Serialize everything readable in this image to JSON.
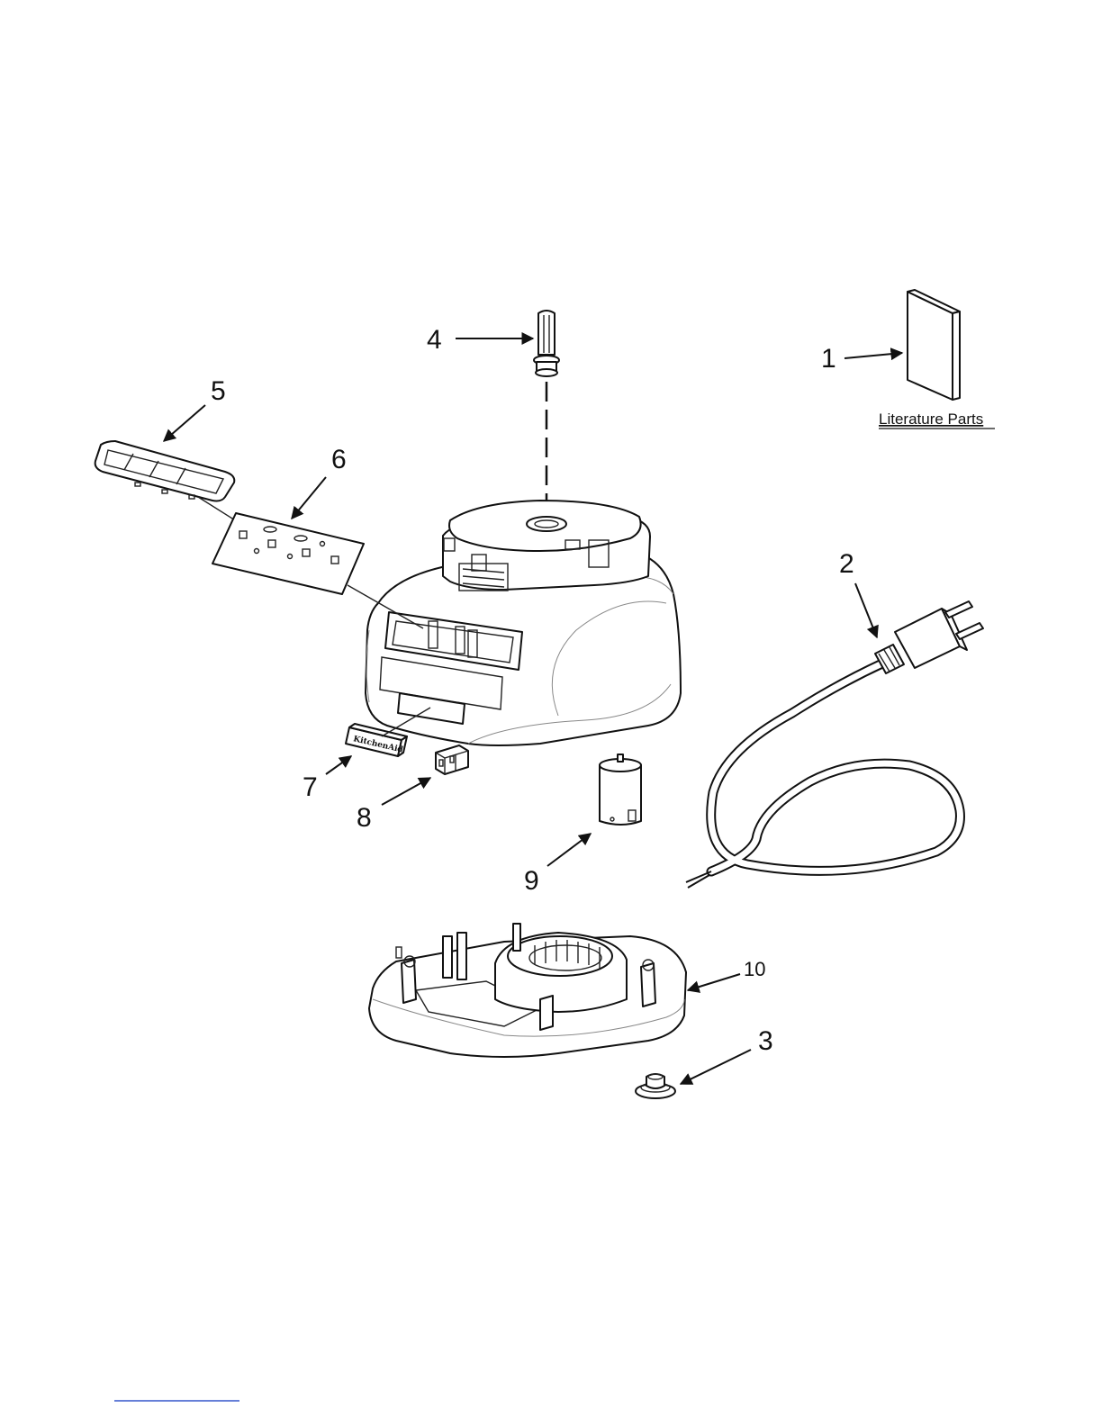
{
  "callouts": {
    "c1": "1",
    "c2": "2",
    "c3": "3",
    "c4": "4",
    "c5": "5",
    "c6": "6",
    "c7": "7",
    "c8": "8",
    "c9": "9",
    "c10": "10"
  },
  "literature_label": "Literature Parts",
  "badge_text": "KitchenAid",
  "colors": {
    "line": "#111111",
    "background": "#ffffff",
    "footer_link": "#3355cc"
  }
}
